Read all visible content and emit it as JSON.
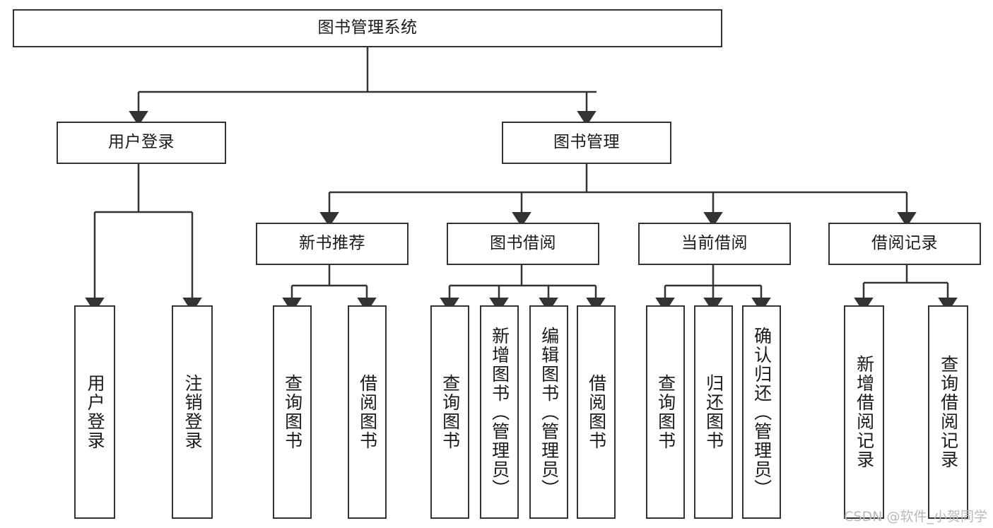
{
  "diagram": {
    "title": "图书管理系统",
    "watermark": "CSDN @软件_小贺同学",
    "colors": {
      "box_border": "#333333",
      "box_fill": "#ffffff",
      "connector": "#333333",
      "text": "#1a1a1a",
      "watermark": "#b9b9b9"
    },
    "root": {
      "label": "图书管理系统"
    },
    "level2": [
      {
        "label": "用户登录"
      },
      {
        "label": "图书管理"
      }
    ],
    "level3": [
      {
        "label": "新书推荐"
      },
      {
        "label": "图书借阅"
      },
      {
        "label": "当前借阅"
      },
      {
        "label": "借阅记录"
      }
    ],
    "leaves": {
      "user_login": [
        {
          "label": "用户登录"
        },
        {
          "label": "注销登录"
        }
      ],
      "new_book": [
        {
          "label": "查询图书"
        },
        {
          "label": "借阅图书"
        }
      ],
      "book_borrow": [
        {
          "label": "查询图书"
        },
        {
          "label": "新增图书（管理员）"
        },
        {
          "label": "编辑图书（管理员）"
        },
        {
          "label": "借阅图书"
        }
      ],
      "current_borrow": [
        {
          "label": "查询图书"
        },
        {
          "label": "归还图书"
        },
        {
          "label": "确认归还（管理员）"
        }
      ],
      "borrow_record": [
        {
          "label": "新增借阅记录"
        },
        {
          "label": "查询借阅记录"
        }
      ]
    }
  }
}
